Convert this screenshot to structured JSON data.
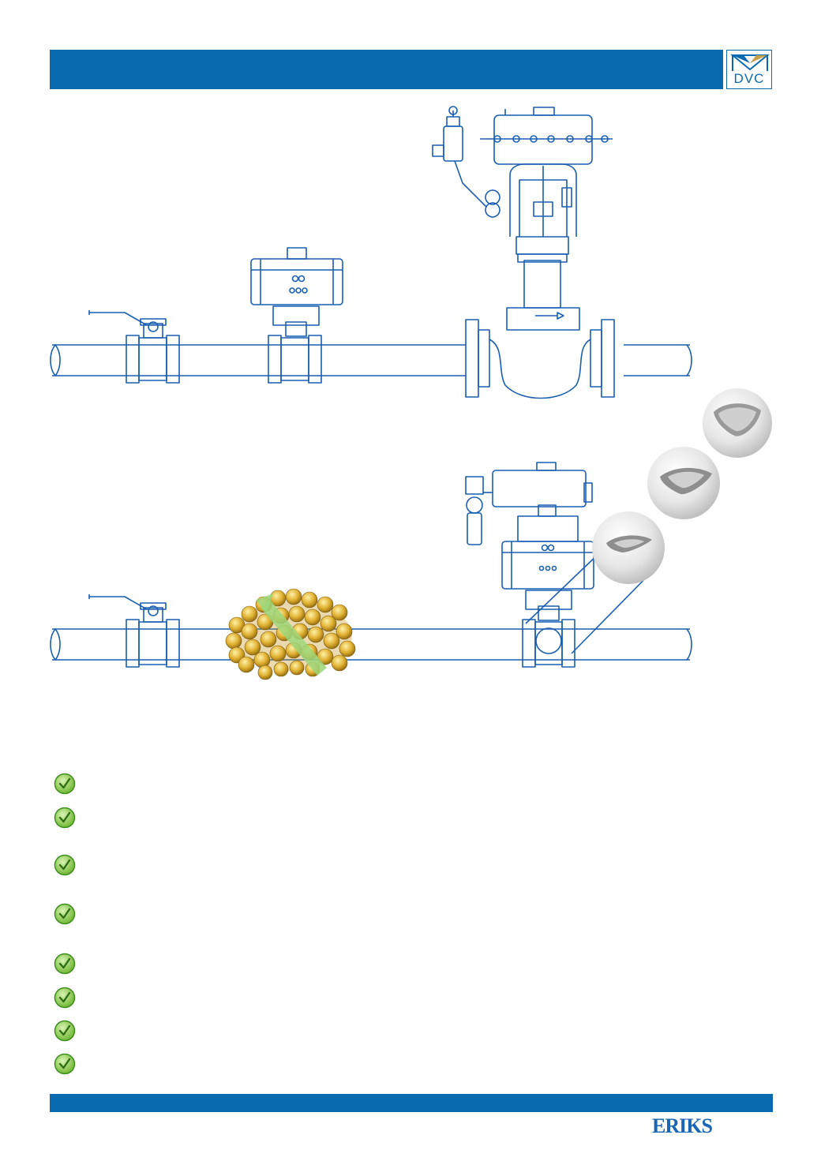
{
  "logo": {
    "text": "DVC",
    "icon": "dvc-logo-icon"
  },
  "footer": {
    "brand": "ERIKS"
  },
  "checklist": {
    "count": 8,
    "icon": "check-icon",
    "color": "#4caf2a"
  },
  "colors": {
    "brand_blue": "#0a6ab0",
    "line_blue": "#1a5fb0",
    "coin_gold": "#d9a520",
    "arrow_green": "#9ed67a"
  }
}
